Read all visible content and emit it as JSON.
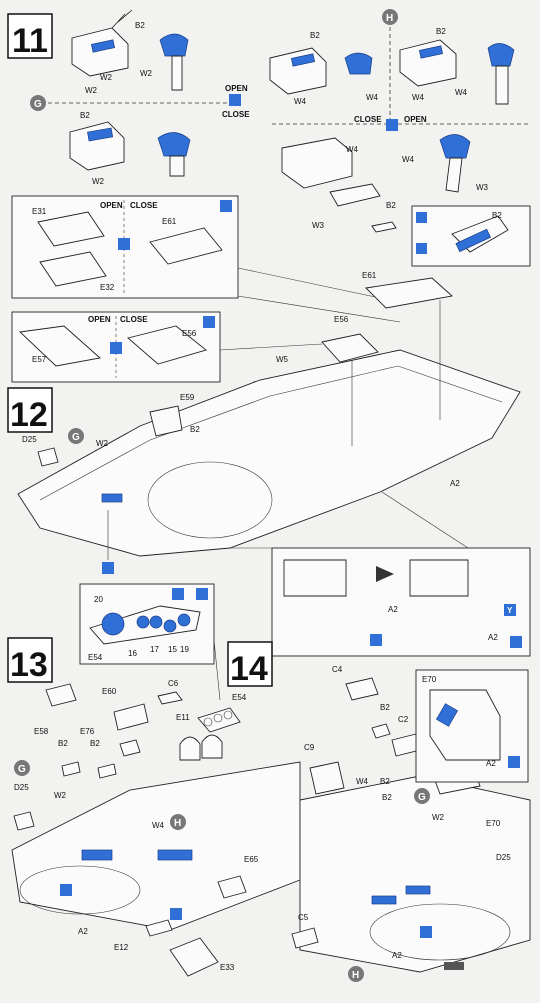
{
  "steps": {
    "s11": "11",
    "s12": "12",
    "s13": "13",
    "s14": "14"
  },
  "markers": {
    "g": "G",
    "h": "H",
    "y": "Y"
  },
  "labels": {
    "open": "OPEN",
    "close": "CLOSE",
    "b2": "B2",
    "w2": "W2",
    "w3": "W3",
    "w4": "W4",
    "w5": "W5",
    "e31": "E31",
    "e32": "E32",
    "e61": "E61",
    "e57": "E57",
    "e56": "E56",
    "e59": "E59",
    "d25": "D25",
    "a2": "A2",
    "e54": "E54",
    "n20": "20",
    "n16": "16",
    "n17": "17",
    "n15": "15",
    "n19": "19",
    "c6": "C6",
    "c4": "C4",
    "c2": "C2",
    "c9": "C9",
    "c5": "C5",
    "e58": "E58",
    "e60": "E60",
    "e76": "E76",
    "e11": "E11",
    "e65": "E65",
    "e12": "E12",
    "e33": "E33",
    "e70": "E70"
  },
  "icons": [
    "glue-icon",
    "sand-icon",
    "paint-icon",
    "star-icon",
    "option-icon",
    "arrow-right-icon"
  ],
  "colors": {
    "accent_blue": "#2f6fd6",
    "line": "#222222",
    "paper": "#f2f2f0"
  }
}
